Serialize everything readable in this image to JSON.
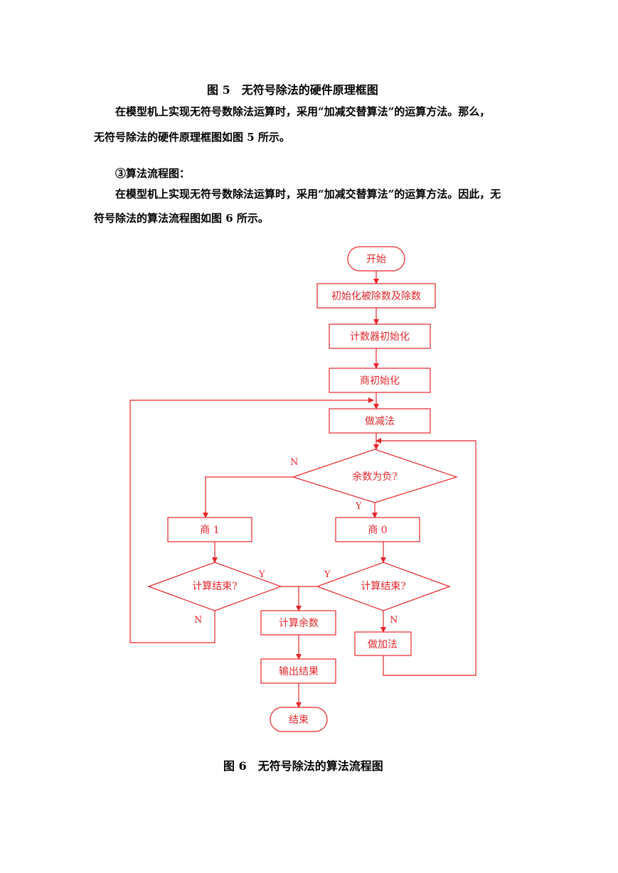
{
  "fig5_caption": "图 5　无符号除法的硬件原理框图",
  "para1_line1": "在模型机上实现无符号数除法运算时，采用“加减交替算法”的运算方法。那么，",
  "para1_line2": "无符号除法的硬件原理框图如图 5 所示。",
  "section_heading": "③算法流程图：",
  "para2_line1": "在模型机上实现无符号数除法运算时，采用“加减交替算法”的运算方法。因此，无",
  "para2_line2": "符号除法的算法流程图如图 6 所示。",
  "flowchart": {
    "stroke_color": "#e8262a",
    "start": "开始",
    "init_operands": "初始化被除数及除数",
    "init_counter": "计数器初始化",
    "init_quotient": "商初始化",
    "subtract": "做减法",
    "remainder_negative": "余数为负?",
    "quotient_1": "商 1",
    "quotient_0": "商 0",
    "done_left": "计算结束?",
    "done_right": "计算结束?",
    "calc_remainder": "计算余数",
    "output_result": "输出结果",
    "add": "做加法",
    "end": "结束",
    "label_n_top": "N",
    "label_y_top": "Y",
    "label_y_left": "Y",
    "label_y_right": "Y",
    "label_n_left": "N",
    "label_n_right": "N"
  },
  "fig6_caption": "图 6　无符号除法的算法流程图"
}
